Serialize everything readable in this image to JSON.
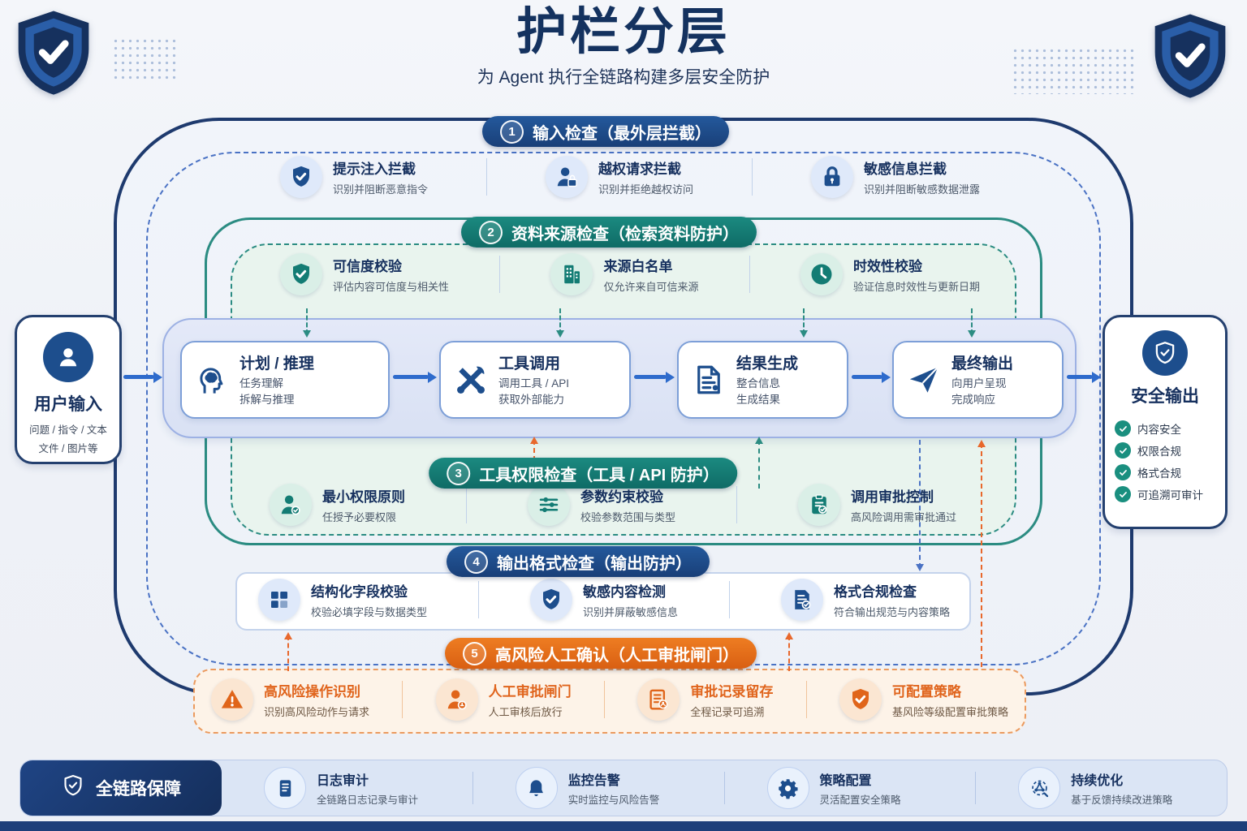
{
  "page": {
    "title": "护栏分层",
    "subtitle": "为 Agent 执行全链路构建多层安全防护"
  },
  "decor": {
    "corner_logo": "shield-badge-icon"
  },
  "colors": {
    "navy": "#16305e",
    "blue": "#1d4e8d",
    "teal": "#137c76",
    "orange": "#e2711f",
    "arrow": "#2e6bcc"
  },
  "layers": [
    {
      "num": "1",
      "label": "输入检查（最外层拦截）",
      "items": [
        {
          "icon": "shield-check-icon",
          "title": "提示注入拦截",
          "desc": "识别并阻断恶意指令"
        },
        {
          "icon": "person-lock-icon",
          "title": "越权请求拦截",
          "desc": "识别并拒绝越权访问"
        },
        {
          "icon": "lock-icon",
          "title": "敏感信息拦截",
          "desc": "识别并阻断敏感数据泄露"
        }
      ]
    },
    {
      "num": "2",
      "label": "资料来源检查（检索资料防护）",
      "items": [
        {
          "icon": "shield-check-icon",
          "title": "可信度校验",
          "desc": "评估内容可信度与相关性"
        },
        {
          "icon": "building-icon",
          "title": "来源白名单",
          "desc": "仅允许来自可信来源"
        },
        {
          "icon": "clock-icon",
          "title": "时效性校验",
          "desc": "验证信息时效性与更新日期"
        }
      ]
    },
    {
      "num": "3",
      "label": "工具权限检查（工具 / API 防护）",
      "items": [
        {
          "icon": "person-check-icon",
          "title": "最小权限原则",
          "desc": "任授予必要权限"
        },
        {
          "icon": "sliders-icon",
          "title": "参数约束校验",
          "desc": "校验参数范围与类型"
        },
        {
          "icon": "clipboard-check-icon",
          "title": "调用审批控制",
          "desc": "高风险调用需审批通过"
        }
      ]
    },
    {
      "num": "4",
      "label": "输出格式检查（输出防护）",
      "items": [
        {
          "icon": "grid-icon",
          "title": "结构化字段校验",
          "desc": "校验必填字段与数据类型"
        },
        {
          "icon": "shield-check-icon",
          "title": "敏感内容检测",
          "desc": "识别并屏蔽敏感信息"
        },
        {
          "icon": "doc-check-icon",
          "title": "格式合规检查",
          "desc": "符合输出规范与内容策略"
        }
      ]
    },
    {
      "num": "5",
      "label": "高风险人工确认（人工审批闸门）",
      "items": [
        {
          "icon": "warning-icon",
          "title": "高风险操作识别",
          "desc": "识别高风险动作与请求"
        },
        {
          "icon": "person-badge-icon",
          "title": "人工审批闸门",
          "desc": "人工审核后放行"
        },
        {
          "icon": "doc-person-icon",
          "title": "审批记录留存",
          "desc": "全程记录可追溯"
        },
        {
          "icon": "shield-check-icon",
          "title": "可配置策略",
          "desc": "基风险等级配置审批策略"
        }
      ]
    }
  ],
  "flow": {
    "input": {
      "icon": "person-icon",
      "title": "用户输入",
      "line1": "问题 / 指令 / 文本",
      "line2": "文件 / 图片等"
    },
    "steps": [
      {
        "icon": "brain-icon",
        "title": "计划 / 推理",
        "line1": "任务理解",
        "line2": "拆解与推理"
      },
      {
        "icon": "tools-icon",
        "title": "工具调用",
        "line1": "调用工具 / API",
        "line2": "获取外部能力"
      },
      {
        "icon": "doc-icon",
        "title": "结果生成",
        "line1": "整合信息",
        "line2": "生成结果"
      },
      {
        "icon": "plane-icon",
        "title": "最终输出",
        "line1": "向用户呈现",
        "line2": "完成响应"
      }
    ],
    "output": {
      "icon": "shield-outline-icon",
      "check_icon": "check-circle-icon",
      "title": "安全输出",
      "checks": [
        "内容安全",
        "权限合规",
        "格式合规",
        "可追溯可审计"
      ]
    }
  },
  "footer": {
    "badge": "全链路保障",
    "badge_icon": "shield-outline-icon",
    "items": [
      {
        "icon": "log-icon",
        "title": "日志审计",
        "desc": "全链路日志记录与审计"
      },
      {
        "icon": "bell-icon",
        "title": "监控告警",
        "desc": "实时监控与风险告警"
      },
      {
        "icon": "gear-icon",
        "title": "策略配置",
        "desc": "灵活配置安全策略"
      },
      {
        "icon": "optimize-icon",
        "title": "持续优化",
        "desc": "基于反馈持续改进策略"
      }
    ]
  }
}
